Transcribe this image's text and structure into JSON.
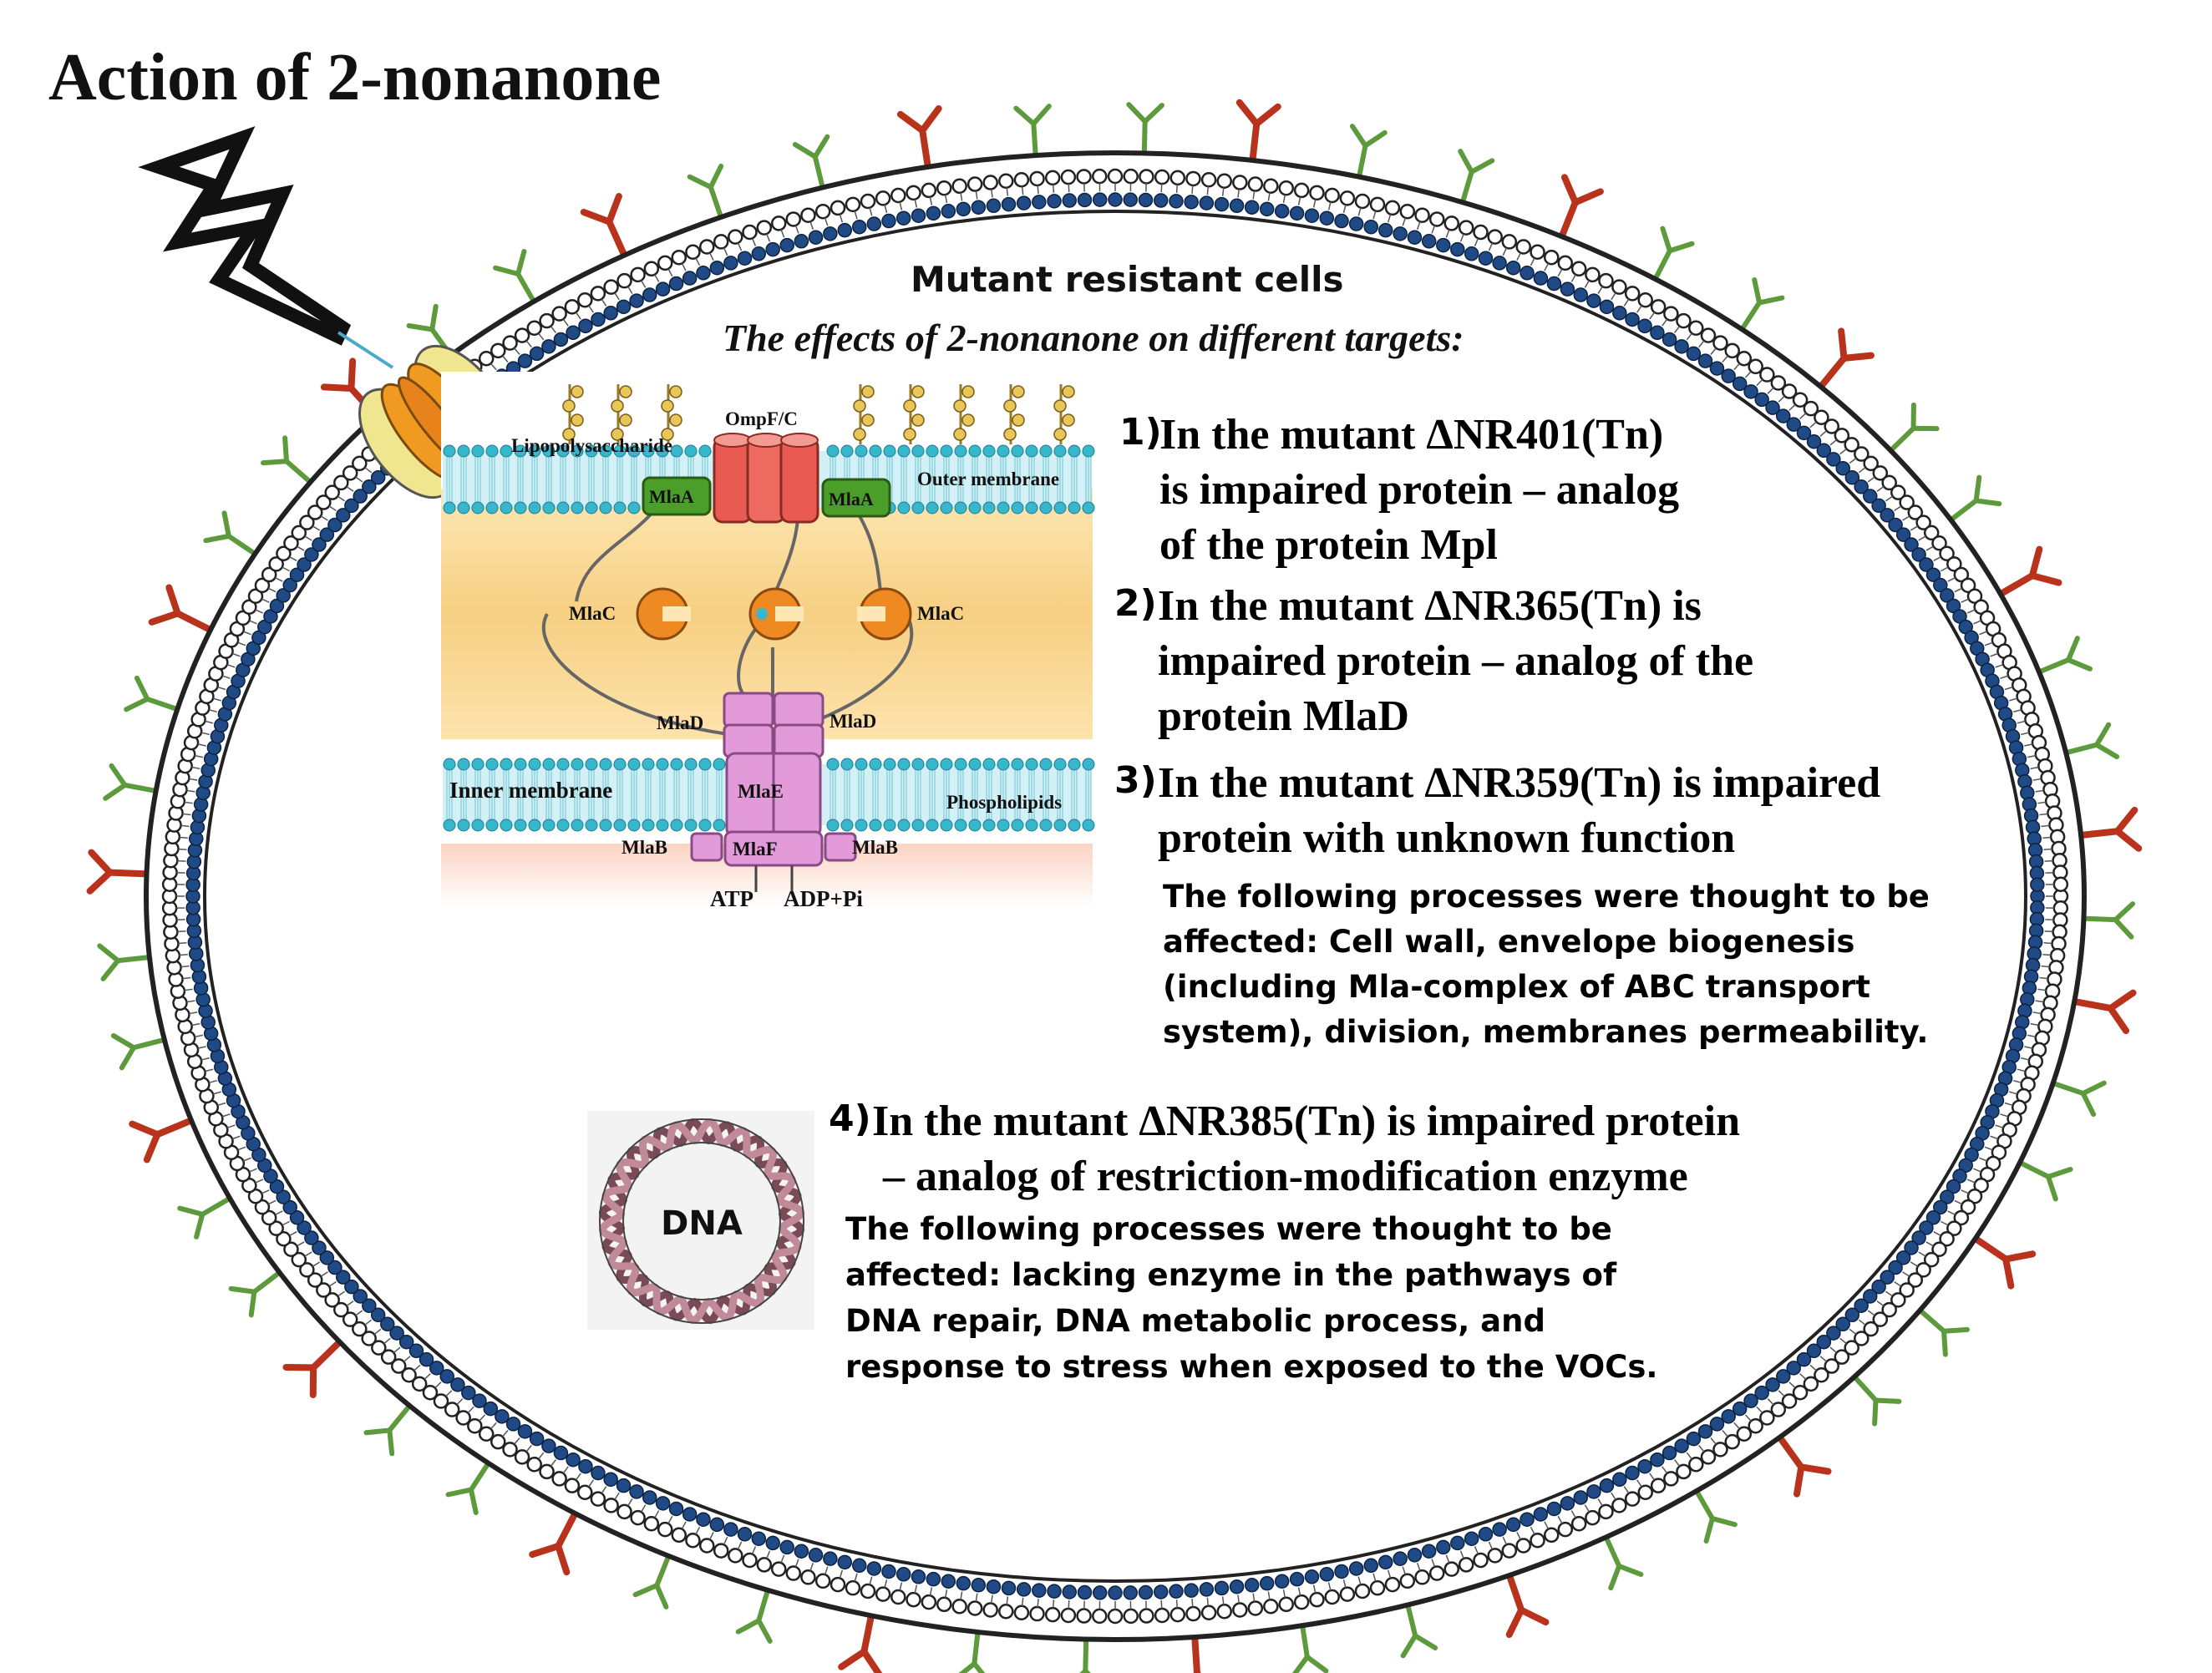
{
  "diagram": {
    "title": "Action of 2-nonanone",
    "cells_title": "Mutant resistant cells",
    "effects_title": "The effects of 2-nonanone on different targets:",
    "transporter_labels": {
      "lipopolysaccharide": "Lipopolysaccharide",
      "ompf": "OmpF/C",
      "outer_membrane": "Outer membrane",
      "mlaa_left": "MlaA",
      "mlaa_right": "MlaA",
      "mlac_left": "MlaC",
      "mlac_right": "MlaC",
      "mlad_left": "MlaD",
      "mlad_right": "MlaD",
      "inner_membrane": "Inner membrane",
      "mlae": "MlaE",
      "phospholipids": "Phospholipids",
      "mlab_left": "MlaB",
      "mlaf": "MlaF",
      "mlab_right": "MlaB",
      "atp": "ATP",
      "adp": "ADP+Pi"
    },
    "dna_label": "DNA",
    "items": [
      {
        "number": "1)",
        "lines": [
          "In the mutant ΔNR401(Tn)",
          "is impaired protein – analog",
          "of the protein Mpl"
        ]
      },
      {
        "number": "2)",
        "lines": [
          "In the mutant ΔNR365(Tn) is",
          "impaired protein – analog of the",
          "protein MlaD"
        ]
      },
      {
        "number": "3)",
        "lines": [
          "In the mutant ΔNR359(Tn) is impaired",
          "protein with unknown function"
        ],
        "note": "The following processes were thought to be affected: Cell wall, envelope biogenesis (including Mla-complex of ABC transport system), division, membranes permeability."
      },
      {
        "number": "4)",
        "lines": [
          "In the mutant ΔNR385(Tn) is impaired protein",
          " – analog of restriction-modification enzyme"
        ],
        "note": "The following processes were thought to be affected: lacking enzyme in the pathways of DNA repair, DNA metabolic process, and response to stress when exposed to the VOCs."
      }
    ],
    "colors": {
      "membrane_outline": "#222222",
      "membrane_bead": "#1f4a86",
      "antigen_green": "#5c9a3c",
      "antigen_red": "#b8321c",
      "bilayer_cyan": "#38b6cc",
      "periplasm": "#f8dc96",
      "ompf": "#e85a52",
      "mla_green": "#4c9e2a",
      "mla_orange": "#ef8a22",
      "mla_pink": "#e39ad8",
      "porin_yellow": "#f0e690"
    }
  }
}
